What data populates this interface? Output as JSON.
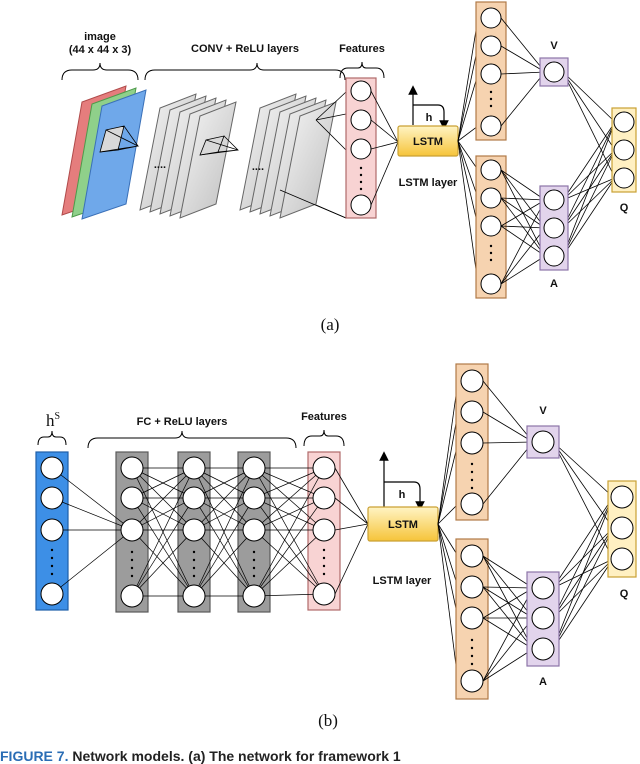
{
  "panel_a": {
    "image_label": "image",
    "image_dims": "(44 x 44 x 3)",
    "conv_label": "CONV + ReLU layers",
    "features_label": "Features",
    "h_label": "h",
    "lstm_label": "LSTM",
    "lstm_layer_label": "LSTM layer",
    "v_label": "V",
    "a_label": "A",
    "q_label": "Q",
    "ellipsis": "....",
    "panel_label": "(a)"
  },
  "panel_b": {
    "hs_base": "h",
    "hs_sup": "S",
    "fc_label": "FC + ReLU layers",
    "features_label": "Features",
    "h_label": "h",
    "lstm_label": "LSTM",
    "lstm_layer_label": "LSTM layer",
    "v_label": "V",
    "a_label": "A",
    "q_label": "Q",
    "panel_label": "(b)"
  },
  "caption": {
    "figure": "FIGURE 7.",
    "text": "Network models. (a) The network for framework 1"
  },
  "colors": {
    "orange": "#f6d3b0",
    "orange_stroke": "#b07a48",
    "pink": "#f8d3d3",
    "pink_stroke": "#b06a6a",
    "purple": "#e2d4ec",
    "purple_stroke": "#8c74a8",
    "yellow": "#fff0c2",
    "yellow_stroke": "#c9a034",
    "blue": "#3d8fe6",
    "gray": "#9c9c9c",
    "lstm_fill": "#f9cd45"
  }
}
